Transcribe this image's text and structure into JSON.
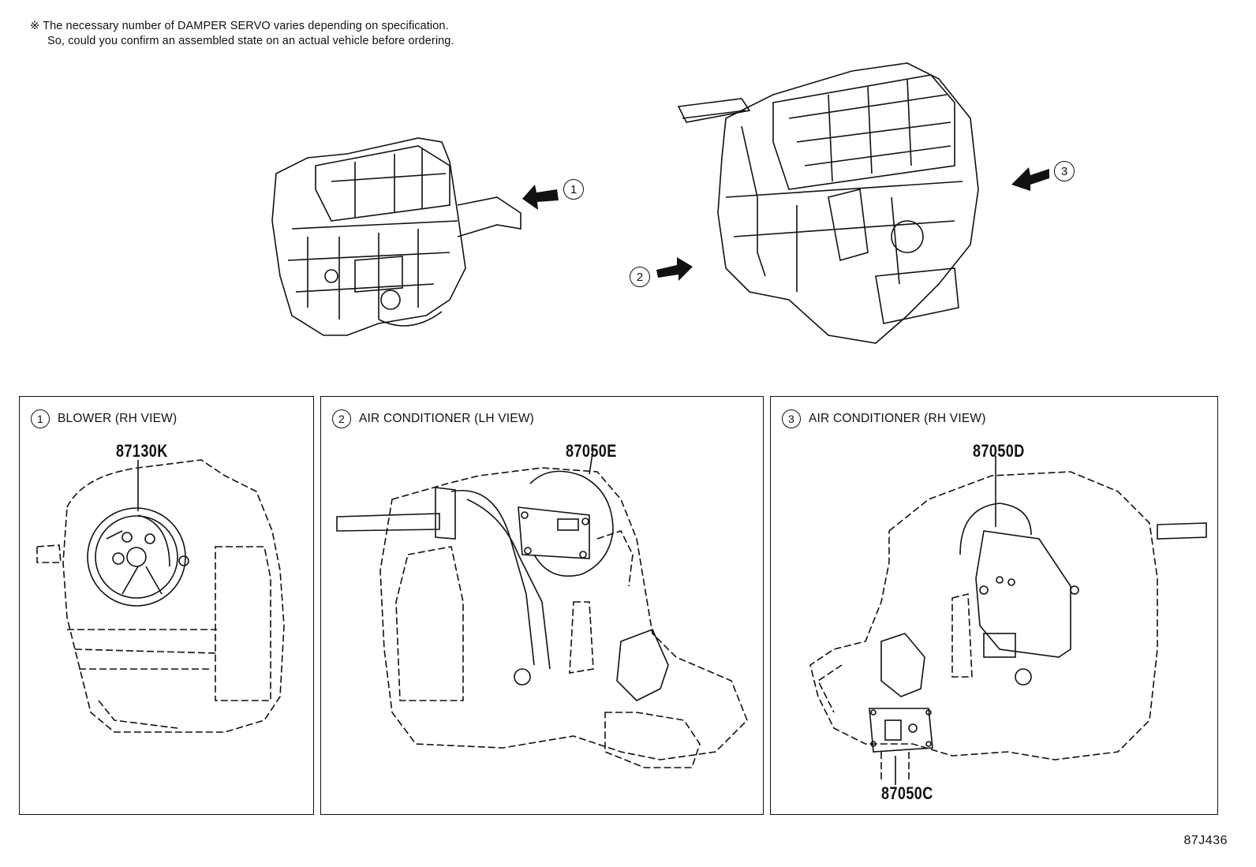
{
  "note": {
    "line1": "※ The necessary number of DAMPER SERVO varies depending on specification.",
    "line2": "So, could you confirm an assembled state on an actual vehicle before ordering."
  },
  "overview": {
    "callout_1": "1",
    "callout_2": "2",
    "callout_3": "3"
  },
  "panels": [
    {
      "number": "1",
      "title": "BLOWER (RH VIEW)",
      "parts": [
        "87130K"
      ]
    },
    {
      "number": "2",
      "title": "AIR CONDITIONER (LH VIEW)",
      "parts": [
        "87050E"
      ]
    },
    {
      "number": "3",
      "title": "AIR CONDITIONER (RH VIEW)",
      "parts": [
        "87050D",
        "87050C"
      ]
    }
  ],
  "figure_code": "87J436"
}
